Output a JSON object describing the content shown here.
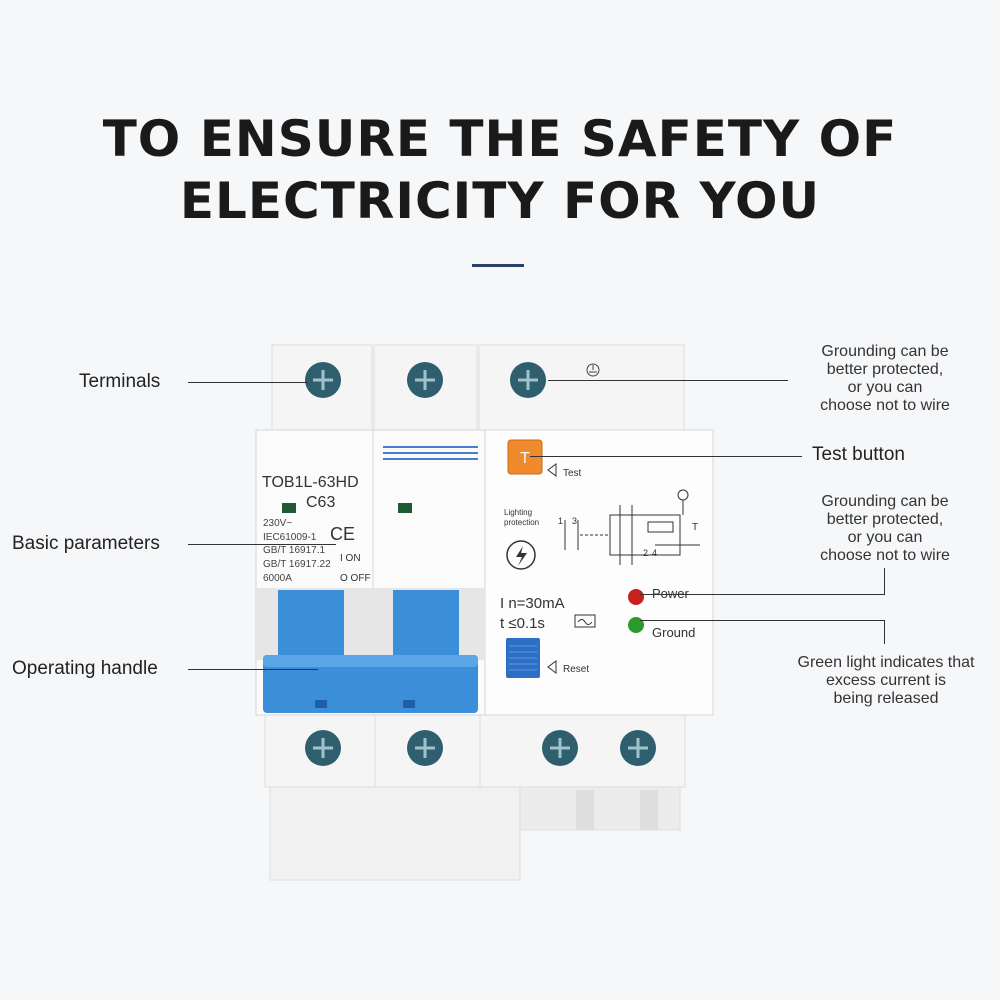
{
  "headline": {
    "line1": "TO ENSURE THE SAFETY OF",
    "line2": "ELECTRICITY FOR YOU"
  },
  "callouts": {
    "terminals": "Terminals",
    "basic_parameters": "Basic parameters",
    "operating_handle": "Operating handle",
    "test_button": "Test button",
    "grounding_top": [
      "Grounding can be",
      "better protected,",
      "or you can",
      "choose not to wire"
    ],
    "grounding_mid": [
      "Grounding can be",
      "better protected,",
      "or you can",
      "choose not to wire"
    ],
    "green_light": [
      "Green light indicates that",
      "excess current is",
      "being released"
    ]
  },
  "device": {
    "model": "TOB1L-63HD",
    "rating": "C63",
    "specs": [
      "230V~",
      "IEC61009-1",
      "GB/T 16917.1",
      "GB/T 16917.22",
      "6000A"
    ],
    "ce": "CE",
    "on_label": "I ON",
    "off_label": "O OFF",
    "test_label": "Test",
    "test_cap": "T",
    "lighting": [
      "Lighting",
      "protection"
    ],
    "current": "I  n=30mA",
    "time": "t  ≤0.1s",
    "power_label": "Power",
    "ground_label": "Ground",
    "reset_label": "Reset",
    "diagram_numbers": [
      "1",
      "3",
      "2",
      "4",
      "T"
    ],
    "colors": {
      "handle": "#3a8fd8",
      "test_button": "#f08a2c",
      "power_led": "#c8201c",
      "ground_led": "#2c9a2c",
      "reset": "#2d6fc4"
    }
  }
}
